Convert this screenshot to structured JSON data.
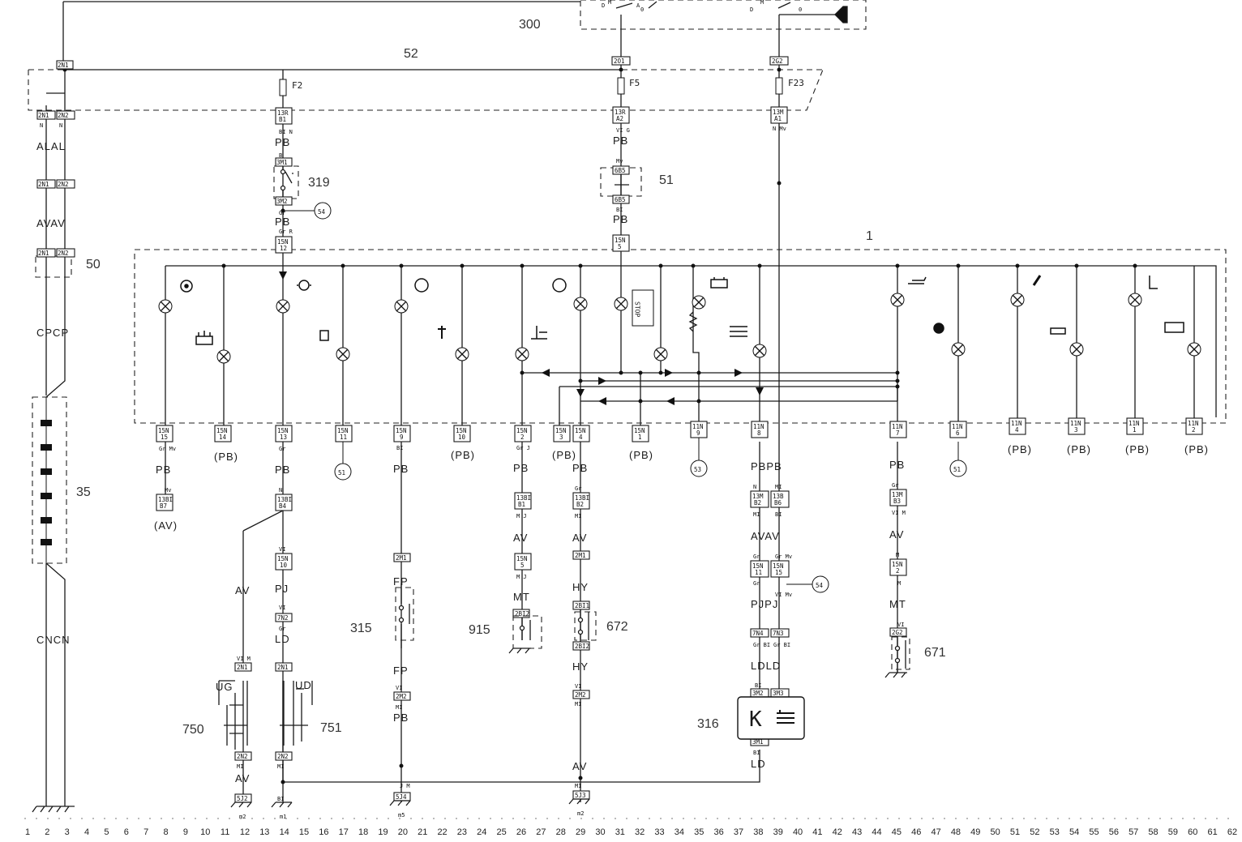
{
  "refs": {
    "r300": "300",
    "r52": "52",
    "r319": "319",
    "r51": "51",
    "r50": "50",
    "r35": "35",
    "r315": "315",
    "r915": "915",
    "r672": "672",
    "r671": "671",
    "r316": "316",
    "r750": "750",
    "r751": "751",
    "r1": "1"
  },
  "fuses": {
    "f2": "F2",
    "f5": "F5",
    "f23": "F23"
  },
  "circles": {
    "c54a": "54",
    "c54b": "54",
    "c51a": "51",
    "c51b": "51",
    "c53": "53"
  },
  "wire_labels": {
    "alal": "ALAL",
    "avav": "AVAV",
    "cpcp": "CPCP",
    "cncn": "CNCN",
    "pb1": "PB",
    "pb2": "PB",
    "pb3": "PB",
    "pb4": "PB",
    "pb5": "PB",
    "pb6": "PB",
    "pb7": "PB",
    "pb8": "PB",
    "pb9": "PB",
    "pb10": "PB",
    "pb11": "PB",
    "av1": "AV",
    "av2": "AV",
    "av3": "AV",
    "av4": "AV",
    "av5": "AV",
    "av6": "AV",
    "pj1": "PJ",
    "ld1": "LD",
    "fp1": "FP",
    "fp2": "FP",
    "mt1": "MT",
    "hy1": "HY",
    "hy2": "HY",
    "pbpb": "PBPB",
    "avav2": "AVAV",
    "pjpj": "PJPJ",
    "ldld": "LDLD",
    "ld2": "LD",
    "mt2": "MT",
    "ug": "UG",
    "ud": "UD"
  },
  "paren_labels": {
    "av": "(AV)",
    "pb1": "(PB)",
    "pb2": "(PB)",
    "pb3": "(PB)",
    "pb4": "(PB)",
    "pb5": "(PB)",
    "pb6": "(PB)",
    "pb7": "(PB)",
    "pb8": "(PB)"
  },
  "stop_text": "STOP",
  "kbox": "K",
  "ruler": [
    "1",
    "2",
    "3",
    "4",
    "5",
    "6",
    "7",
    "8",
    "9",
    "10",
    "11",
    "12",
    "13",
    "14",
    "15",
    "16",
    "17",
    "18",
    "19",
    "20",
    "21",
    "22",
    "23",
    "24",
    "25",
    "26",
    "27",
    "28",
    "29",
    "30",
    "31",
    "32",
    "33",
    "34",
    "35",
    "36",
    "37",
    "38",
    "39",
    "40",
    "41",
    "42",
    "43",
    "44",
    "45",
    "46",
    "47",
    "48",
    "49",
    "50",
    "51",
    "52",
    "53",
    "54",
    "55",
    "56",
    "57",
    "58",
    "59",
    "60",
    "61",
    "62"
  ]
}
